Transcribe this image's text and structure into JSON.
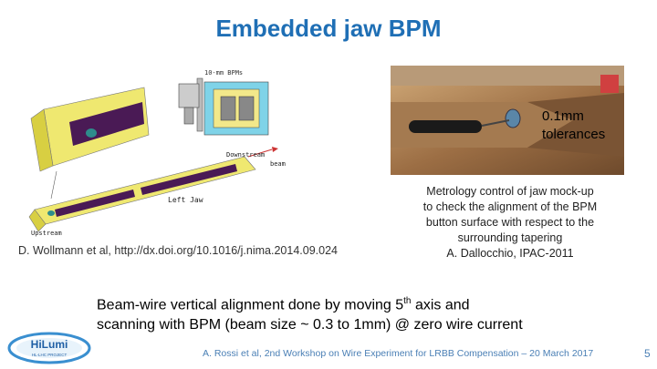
{
  "slide": {
    "title": "Embedded jaw BPM",
    "schematic": {
      "label_bpm": "10-mm BPMs",
      "label_downstream": "Downstream",
      "label_beam": "beam",
      "label_left_jaw": "Left Jaw",
      "label_upstream": "Upstream"
    },
    "credit_left": "D. Wollmann et al, http://dx.doi.org/10.1016/j.nima.2014.09.024",
    "photo_label_line1": "0.1mm",
    "photo_label_line2": "tolerances",
    "caption": {
      "line1": "Metrology control of jaw mock-up",
      "line2": "to check the alignment of the BPM",
      "line3": "button surface with respect to the",
      "line4": "surrounding tapering",
      "line5": "A. Dallocchio, IPAC-2011"
    },
    "statement": {
      "line1_prefix": "Beam-wire vertical alignment done by moving 5",
      "line1_sup": "th",
      "line1_suffix": " axis and",
      "line2": "scanning with BPM (beam size ~ 0.3 to 1mm) @ zero wire current"
    },
    "footer": {
      "logo_text": "HiLumi",
      "logo_subtext": "HL-LHC PROJECT",
      "citation": "A. Rossi et al, 2nd Workshop on Wire Experiment for LRBB Compensation – 20 March 2017",
      "page_number": "5"
    }
  },
  "colors": {
    "title": "#1f6fb5",
    "jaw_yellow": "#e8e04a",
    "jaw_purple": "#4a1a55",
    "footer_blue": "#4a7fb5"
  }
}
